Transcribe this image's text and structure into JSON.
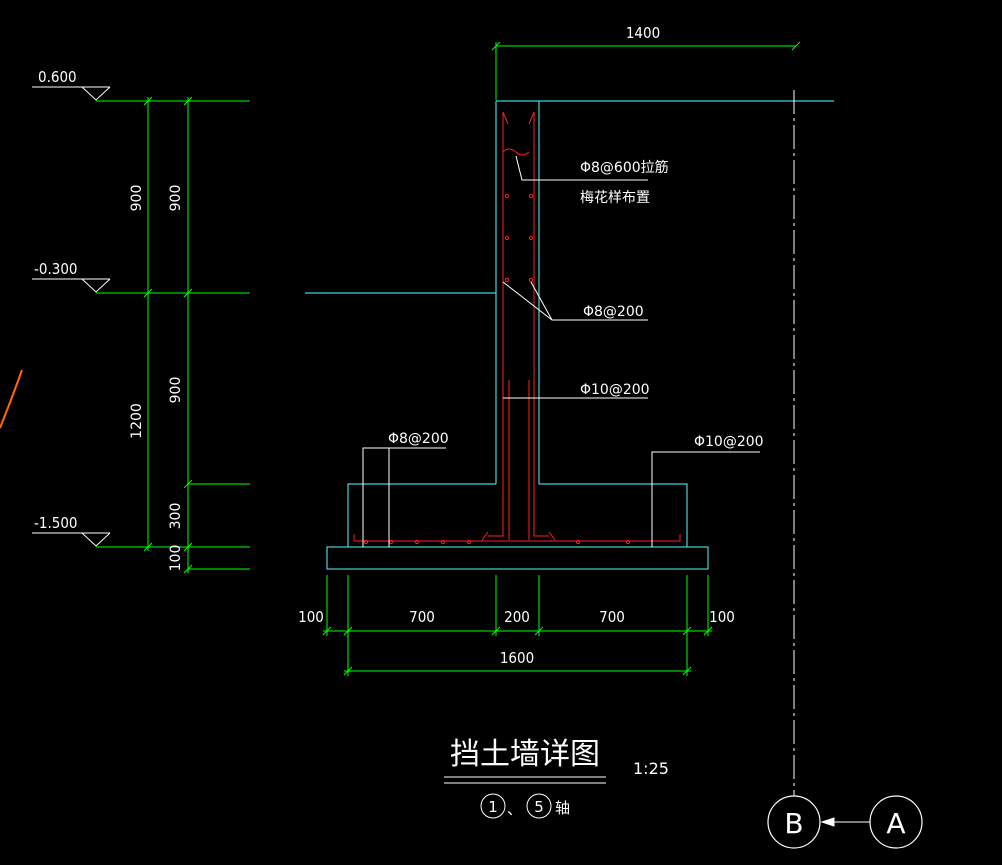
{
  "colors": {
    "background": "#000000",
    "dimension": "#00ff00",
    "outline": "#4ad0d8",
    "rebar": "#ff2020",
    "text": "#ffffff",
    "axis": "#ffffff",
    "curve": "#ff6a00"
  },
  "elevations": {
    "top": "0.600",
    "middle": "-0.300",
    "bottom": "-1.500"
  },
  "vertical_dims": {
    "outer_upper": "900",
    "outer_lower": "1200",
    "inner_upper": "900",
    "inner_middle": "900",
    "inner_lower": "300",
    "inner_base": "100"
  },
  "top_dim": "1400",
  "bottom_dims": {
    "seg1": "100",
    "seg2": "700",
    "seg3": "200",
    "seg4": "700",
    "seg5": "100",
    "overall": "1600"
  },
  "rebar_notes": {
    "tie": "Φ8@600拉筋",
    "tie_layout": "梅花样布置",
    "wall_horizontal": "Φ8@200",
    "wall_vertical": "Φ10@200",
    "footing_left": "Φ8@200",
    "footing_right": "Φ10@200"
  },
  "title": "挡土墙详图",
  "scale": "1:25",
  "subtitle": {
    "axis_start": "1",
    "separator": "、",
    "axis_end": "5",
    "suffix": "轴"
  },
  "axes": {
    "left": "B",
    "right": "A"
  }
}
